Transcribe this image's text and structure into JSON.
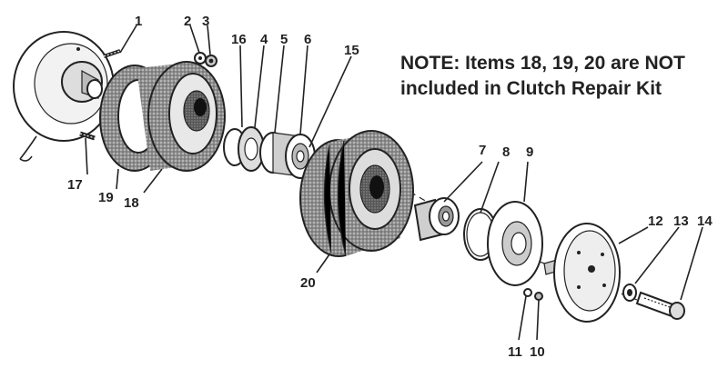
{
  "note": {
    "line1": "NOTE: Items 18, 19, 20 are NOT",
    "line2": "included in Clutch Repair Kit"
  },
  "callouts": [
    {
      "id": "1",
      "text": "1"
    },
    {
      "id": "2",
      "text": "2"
    },
    {
      "id": "3",
      "text": "3"
    },
    {
      "id": "16",
      "text": "16"
    },
    {
      "id": "4",
      "text": "4"
    },
    {
      "id": "5",
      "text": "5"
    },
    {
      "id": "6",
      "text": "6"
    },
    {
      "id": "15",
      "text": "15"
    },
    {
      "id": "17",
      "text": "17"
    },
    {
      "id": "19",
      "text": "19"
    },
    {
      "id": "18",
      "text": "18"
    },
    {
      "id": "7",
      "text": "7"
    },
    {
      "id": "8",
      "text": "8"
    },
    {
      "id": "9",
      "text": "9"
    },
    {
      "id": "20",
      "text": "20"
    },
    {
      "id": "12",
      "text": "12"
    },
    {
      "id": "13",
      "text": "13"
    },
    {
      "id": "14",
      "text": "14"
    },
    {
      "id": "11",
      "text": "11"
    },
    {
      "id": "10",
      "text": "10"
    }
  ]
}
